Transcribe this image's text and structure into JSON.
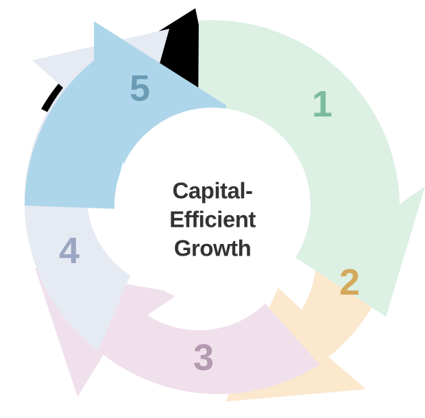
{
  "diagram": {
    "kind": "cyclical-arrow-diagram",
    "direction": "clockwise",
    "step_count": 5,
    "center": {
      "line1": "Capital-",
      "line2": "Efficient",
      "line3": "Growth",
      "full_text": "Capital-Efficient Growth",
      "text_color": "#333333",
      "hub_fill": "#ffffff"
    },
    "background_color": "#ffffff",
    "steps": [
      {
        "label": "1",
        "fill": "#dcf0e4",
        "number_color": "#7cbba0",
        "position": "upper-right"
      },
      {
        "label": "2",
        "fill": "#fbe8cd",
        "number_color": "#d3a85c",
        "position": "lower-right"
      },
      {
        "label": "3",
        "fill": "#f0e0ec",
        "number_color": "#b39ab0",
        "position": "bottom"
      },
      {
        "label": "4",
        "fill": "#e6eaf3",
        "number_color": "#9aa7c2",
        "position": "lower-left"
      },
      {
        "label": "5",
        "fill": "#aed6ea",
        "number_color": "#6b9cb5",
        "position": "upper-left"
      }
    ]
  }
}
